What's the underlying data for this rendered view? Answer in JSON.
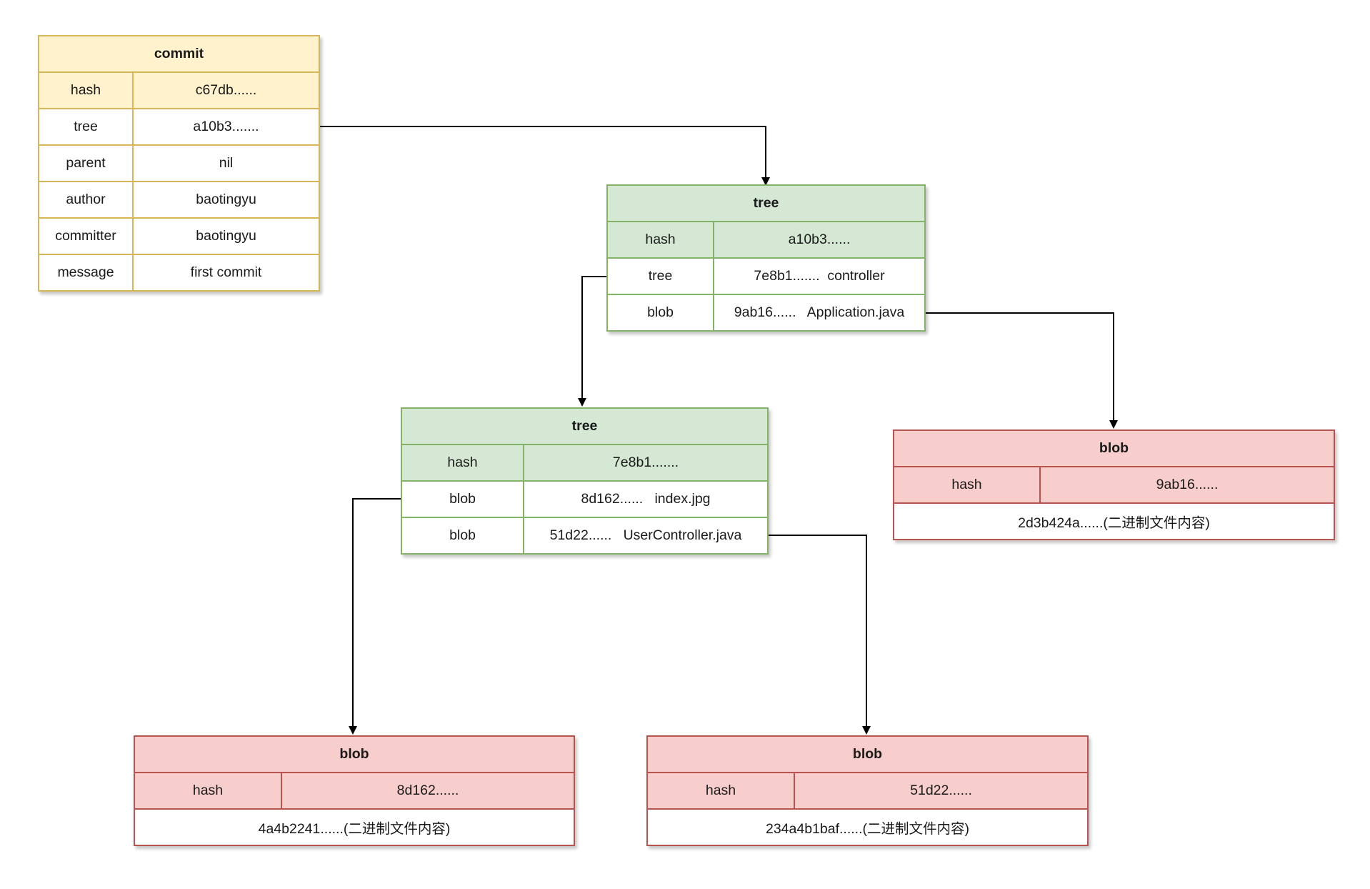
{
  "commit": {
    "title": "commit",
    "rows": [
      {
        "key": "hash",
        "value": "c67db......"
      },
      {
        "key": "tree",
        "value": "a10b3......."
      },
      {
        "key": "parent",
        "value": "nil"
      },
      {
        "key": "author",
        "value": "baotingyu"
      },
      {
        "key": "committer",
        "value": "baotingyu"
      },
      {
        "key": "message",
        "value": "first commit"
      }
    ]
  },
  "tree_root": {
    "title": "tree",
    "rows": [
      {
        "key": "hash",
        "value": "a10b3......"
      },
      {
        "key": "tree",
        "value": "7e8b1.......  controller"
      },
      {
        "key": "blob",
        "value": "9ab16......   Application.java"
      }
    ]
  },
  "tree_sub": {
    "title": "tree",
    "rows": [
      {
        "key": "hash",
        "value": "7e8b1......."
      },
      {
        "key": "blob",
        "value": "8d162......   index.jpg"
      },
      {
        "key": "blob",
        "value": "51d22......   UserController.java"
      }
    ]
  },
  "blob_app": {
    "title": "blob",
    "hash_key": "hash",
    "hash_value": "9ab16......",
    "content": "2d3b424a......(二进制文件内容)"
  },
  "blob_index": {
    "title": "blob",
    "hash_key": "hash",
    "hash_value": "8d162......",
    "content": "4a4b2241......(二进制文件内容)"
  },
  "blob_user": {
    "title": "blob",
    "hash_key": "hash",
    "hash_value": "51d22......",
    "content": "234a4b1baf......(二进制文件内容)"
  },
  "colors": {
    "commit_fill": "#fff2cc",
    "commit_stroke": "#d6b656",
    "tree_fill": "#d5e8d4",
    "tree_stroke": "#82b366",
    "blob_fill": "#f8cecc",
    "blob_stroke": "#b85450",
    "edge": "#000000"
  }
}
